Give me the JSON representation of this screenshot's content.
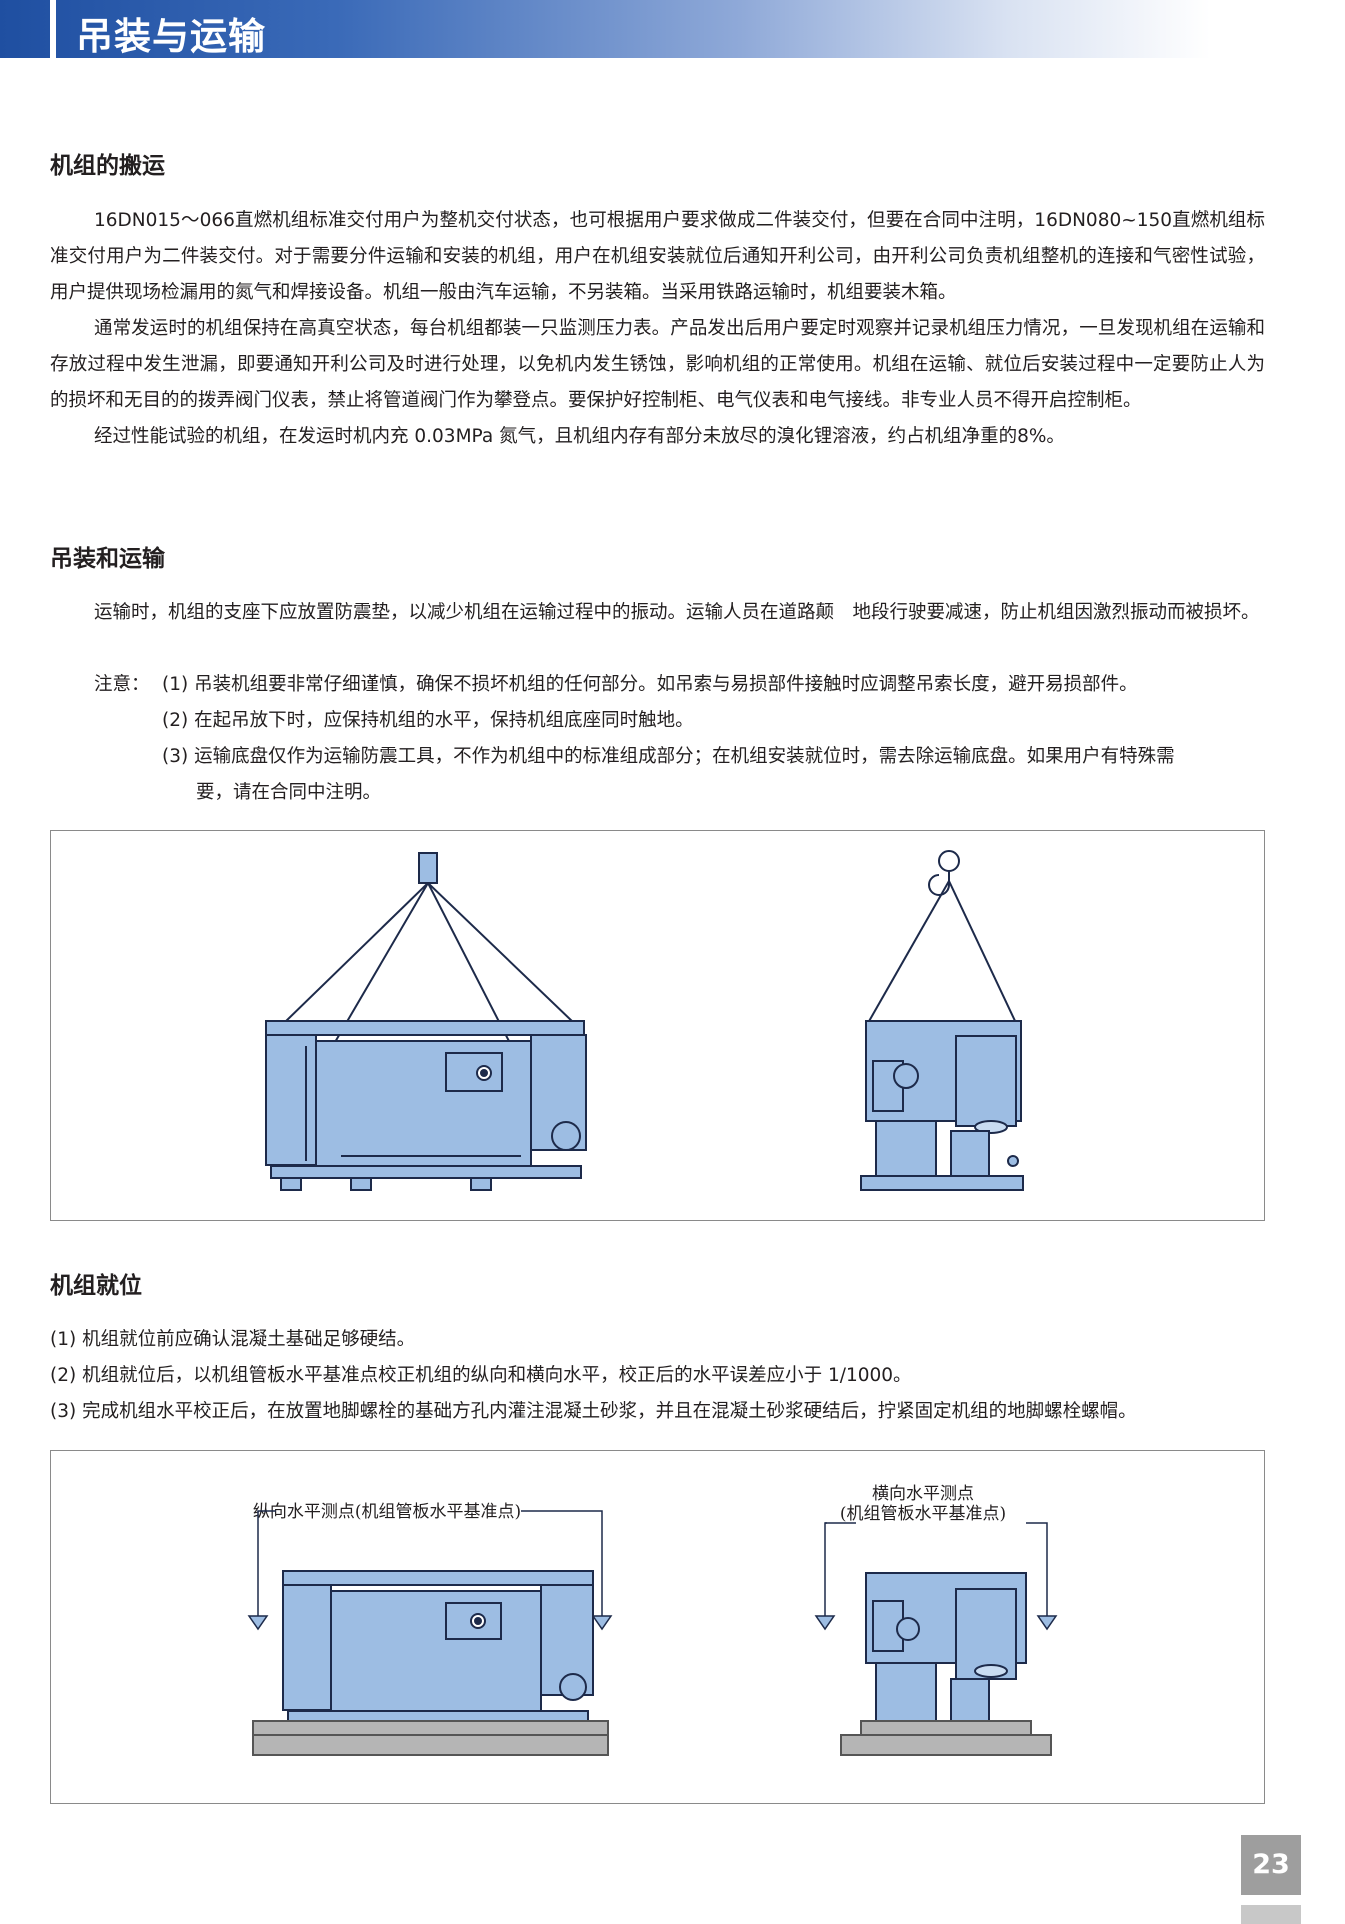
{
  "header": {
    "title": "吊装与运输"
  },
  "section1": {
    "title": "机组的搬运",
    "paragraphs": [
      "16DN015～066直燃机组标准交付用户为整机交付状态，也可根据用户要求做成二件装交付，但要在合同中注明，16DN080~150直燃机组标准交付用户为二件装交付。对于需要分件运输和安装的机组，用户在机组安装就位后通知开利公司，由开利公司负责机组整机的连接和气密性试验，用户提供现场检漏用的氮气和焊接设备。机组一般由汽车运输，不另装箱。当采用铁路运输时，机组要装木箱。",
      "通常发运时的机组保持在高真空状态，每台机组都装一只监测压力表。产品发出后用户要定时观察并记录机组压力情况，一旦发现机组在运输和存放过程中发生泄漏，即要通知开利公司及时进行处理，以免机内发生锈蚀，影响机组的正常使用。机组在运输、就位后安装过程中一定要防止人为的损坏和无目的的拨弄阀门仪表，禁止将管道阀门作为攀登点。要保护好控制柜、电气仪表和电气接线。非专业人员不得开启控制柜。",
      "经过性能试验的机组，在发运时机内充 0.03MPa 氮气，且机组内存有部分未放尽的溴化锂溶液，约占机组净重的8%。"
    ]
  },
  "section2": {
    "title": "吊装和运输",
    "paragraph": "运输时，机组的支座下应放置防震垫，以减少机组在运输过程中的振动。运输人员在道路颠　地段行驶要减速，防止机组因激烈振动而被损坏。",
    "note_label": "注意：",
    "notes": [
      "(1) 吊装机组要非常仔细谨慎，确保不损坏机组的任何部分。如吊索与易损部件接触时应调整吊索长度，避开易损部件。",
      "(2) 在起吊放下时，应保持机组的水平，保持机组底座同时触地。",
      "(3) 运输底盘仅作为运输防震工具，不作为机组中的标准组成部分；在机组安装就位时，需去除运输底盘。如果用户有特殊需",
      "要，请在合同中注明。"
    ]
  },
  "section3": {
    "title": "机组就位",
    "items": [
      "(1) 机组就位前应确认混凝土基础足够硬结。",
      "(2) 机组就位后，以机组管板水平基准点校正机组的纵向和横向水平，校正后的水平误差应小于 1/1000。",
      "(3) 完成机组水平校正后，在放置地脚螺栓的基础方孔内灌注混凝土砂浆，并且在混凝土砂浆硬结后，拧紧固定机组的地脚螺栓螺帽。"
    ],
    "figure_labels": {
      "longitudinal": "纵向水平测点(机组管板水平基准点)",
      "transverse_line1": "横向水平测点",
      "transverse_line2": "(机组管板水平基准点)"
    }
  },
  "colors": {
    "machine_fill": "#9dbde3",
    "machine_stroke": "#1d2a4a",
    "brand_blue": "#1f4fa1"
  },
  "page_number": "23"
}
